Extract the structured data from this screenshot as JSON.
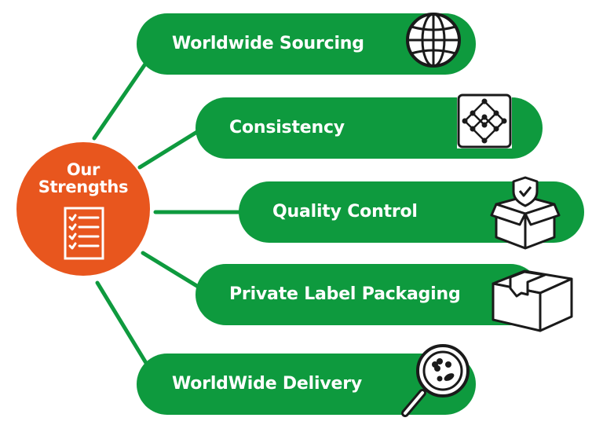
{
  "hub": {
    "title_line1": "Our",
    "title_line2": "Strengths",
    "icon": "checklist-icon"
  },
  "strengths": [
    {
      "label": "Worldwide Sourcing",
      "icon": "globe-icon"
    },
    {
      "label": "Consistency",
      "icon": "network-icon"
    },
    {
      "label": "Quality Control",
      "icon": "shield-box-icon"
    },
    {
      "label": "Private Label Packaging",
      "icon": "package-box-icon"
    },
    {
      "label": "WorldWide Delivery",
      "icon": "magnifier-icon"
    }
  ],
  "colors": {
    "green": "#0e9a3e",
    "orange": "#e8561e",
    "icon_stroke": "#1a1a1a"
  }
}
